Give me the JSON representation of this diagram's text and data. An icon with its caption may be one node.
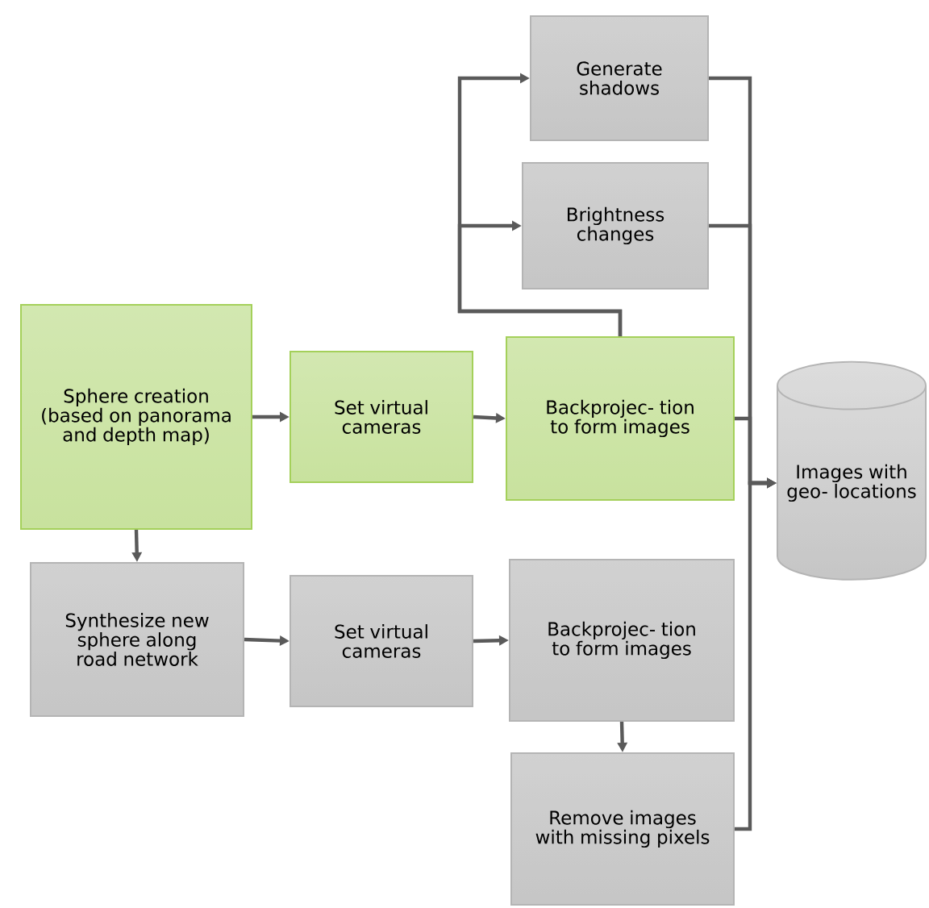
{
  "diagram": {
    "nodes": [
      {
        "text": [
          "Sphere creation (based on panorama and depth map)"
        ]
      },
      {
        "text": [
          "Set virtual cameras"
        ]
      },
      {
        "text": [
          "Backprojec- tion to form images"
        ]
      },
      {
        "text": [
          "Generate shadows"
        ]
      },
      {
        "text": [
          "Brightness changes"
        ]
      },
      {
        "text": [
          "Images with geo- locations"
        ]
      },
      {
        "text": [
          "Synthesize new sphere along road network"
        ]
      },
      {
        "text": [
          "Set virtual cameras"
        ]
      },
      {
        "text": [
          "Backprojec- tion to form images"
        ]
      },
      {
        "text": [
          "Remove images with missing pixels"
        ]
      }
    ],
    "edges": [
      {
        "from": 0,
        "to": 1,
        "arrow": "to"
      },
      {
        "from": 1,
        "to": 2,
        "arrow": "to"
      },
      {
        "from": 2,
        "to": 3,
        "arrow": "to"
      },
      {
        "from": 2,
        "to": 4,
        "arrow": "to"
      },
      {
        "from": 0,
        "to": 6,
        "arrow": "to"
      },
      {
        "from": 6,
        "to": 7,
        "arrow": "to"
      },
      {
        "from": 7,
        "to": 8,
        "arrow": "to"
      },
      {
        "from": 8,
        "to": 9,
        "arrow": "to"
      },
      {
        "from": 3,
        "to": 5,
        "arrow": "to"
      },
      {
        "from": 4,
        "to": 5,
        "arrow": "to"
      },
      {
        "from": 2,
        "to": 5,
        "arrow": "to"
      },
      {
        "from": 9,
        "to": 5,
        "arrow": "to"
      }
    ]
  }
}
